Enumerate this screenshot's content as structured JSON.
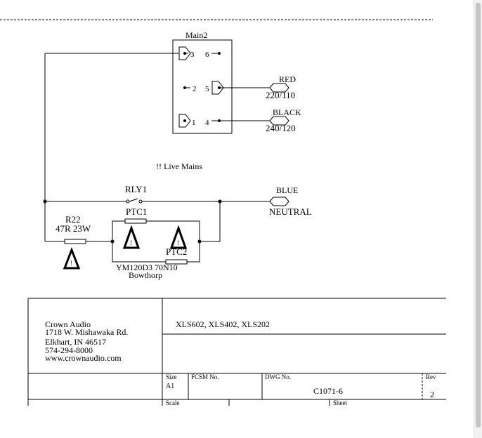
{
  "schematic": {
    "connector": {
      "ref": "Main2",
      "pins": [
        "3",
        "6",
        "2",
        "5",
        "1",
        "4"
      ]
    },
    "nets": {
      "red": {
        "label": "RED",
        "voltage": "220/110"
      },
      "black": {
        "label": "BLACK",
        "voltage": "240/120"
      },
      "blue": {
        "label": "BLUE",
        "function": "NEUTRAL"
      }
    },
    "warning": "!! Live Mains",
    "relay": {
      "ref": "RLY1"
    },
    "resistor": {
      "ref": "R22",
      "value": "47R 23W"
    },
    "ptc1": {
      "ref": "PTC1"
    },
    "ptc2": {
      "ref": "PTC2"
    },
    "ptc_part": {
      "number": "YM120D3 70N10",
      "maker": "Bowthorp"
    },
    "hazard_symbol": "!"
  },
  "title_block": {
    "company": [
      "Crown Audio",
      "1718 W. Mishawaka Rd.",
      "Elkhart, IN 46517",
      "574-294-8000",
      "www.crownaudio.com"
    ],
    "title": "XLS602, XLS402, XLS202",
    "size_label": "Size",
    "size_value": "A1",
    "fcsm_label": "FCSM No.",
    "dwg_label": "DWG No.",
    "dwg_value": "C1071-6",
    "rev_label": "Rev",
    "rev_value": "2",
    "scale_label": "Scale",
    "sheet_label": "Sheet"
  },
  "colors": {
    "ink": "#000000",
    "background": "#ffffff",
    "scrollbar": "#c4c4c4"
  }
}
